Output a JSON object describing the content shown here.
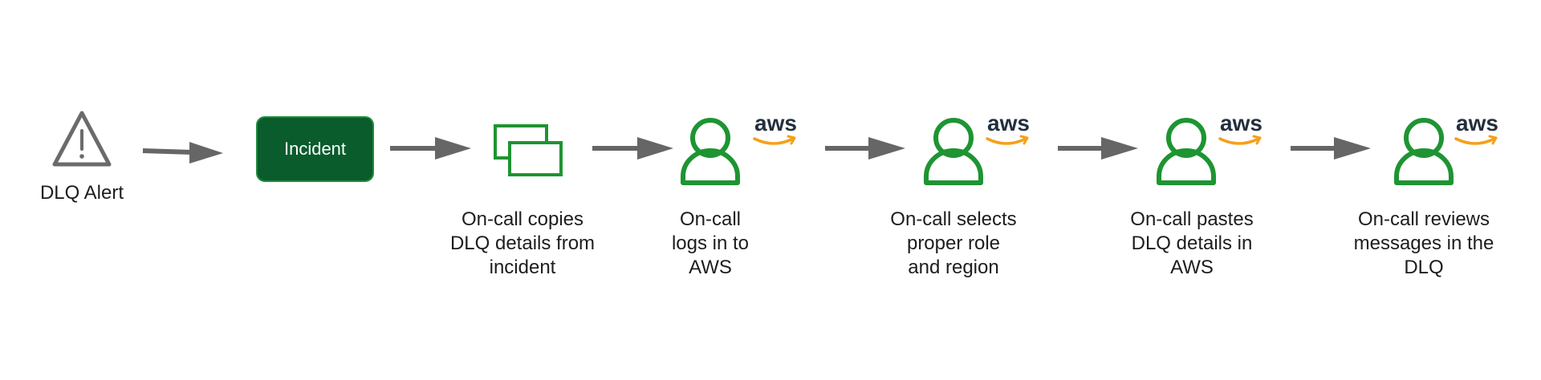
{
  "colors": {
    "arrow": "#666666",
    "alert_icon": "#6b6b6b",
    "incident_fill": "#0a5c2c",
    "incident_border": "#1e8c3a",
    "step_icon": "#1e9432",
    "aws_text": "#232f3e",
    "aws_smile": "#f5a01a"
  },
  "steps": [
    {
      "icon": "warning-triangle-icon",
      "label_lines": [
        "DLQ Alert"
      ]
    },
    {
      "icon": "incident-box",
      "box_label": "Incident",
      "label_lines": []
    },
    {
      "icon": "copy-windows-icon",
      "label_lines": [
        "On-call copies",
        "DLQ details from",
        "incident"
      ]
    },
    {
      "icon": "user-icon",
      "badge": "aws",
      "label_lines": [
        "On-call",
        "logs in to",
        "AWS"
      ]
    },
    {
      "icon": "user-icon",
      "badge": "aws",
      "label_lines": [
        "On-call selects",
        "proper role",
        "and region"
      ]
    },
    {
      "icon": "user-icon",
      "badge": "aws",
      "label_lines": [
        "On-call pastes",
        "DLQ details in",
        "AWS"
      ]
    },
    {
      "icon": "user-icon",
      "badge": "aws",
      "label_lines": [
        "On-call reviews",
        "messages in the",
        "DLQ"
      ]
    }
  ]
}
